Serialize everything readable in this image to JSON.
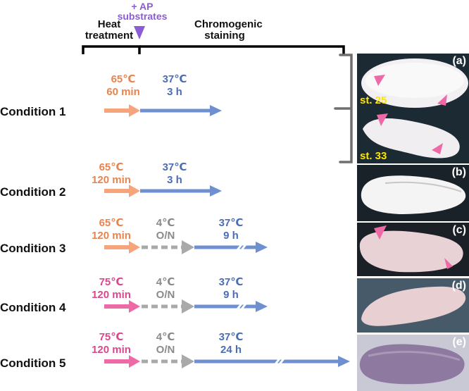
{
  "header": {
    "ap_label": "+ AP substrates",
    "heat_label": "Heat treatment",
    "stain_label": "Chromogenic staining"
  },
  "conditions": [
    {
      "name": "Condition 1",
      "heat_temp": "65℃",
      "heat_time": "60 min",
      "stain_temp": "37℃",
      "stain_time": "3 h"
    },
    {
      "name": "Condition 2",
      "heat_temp": "65℃",
      "heat_time": "120 min",
      "stain_temp": "37℃",
      "stain_time": "3 h"
    },
    {
      "name": "Condition 3",
      "heat_temp": "65℃",
      "heat_time": "120 min",
      "cold_temp": "4℃",
      "cold_time": "O/N",
      "stain_temp": "37℃",
      "stain_time": "9 h"
    },
    {
      "name": "Condition 4",
      "heat_temp": "75℃",
      "heat_time": "120 min",
      "cold_temp": "4℃",
      "cold_time": "O/N",
      "stain_temp": "37℃",
      "stain_time": "9 h"
    },
    {
      "name": "Condition 5",
      "heat_temp": "75℃",
      "heat_time": "120 min",
      "cold_temp": "4℃",
      "cold_time": "O/N",
      "stain_temp": "37℃",
      "stain_time": "24 h"
    }
  ],
  "panels": {
    "a": "(a)",
    "b": "(b)",
    "c": "(c)",
    "d": "(d)",
    "e": "(e)",
    "stage_top": "st. 25",
    "stage_bottom": "st. 33"
  },
  "colors": {
    "orange": "#F5A47C",
    "pink": "#EE6AA7",
    "grey": "#A9A9A9",
    "blue": "#6E8FD0",
    "purple": "#8B5CD6"
  }
}
